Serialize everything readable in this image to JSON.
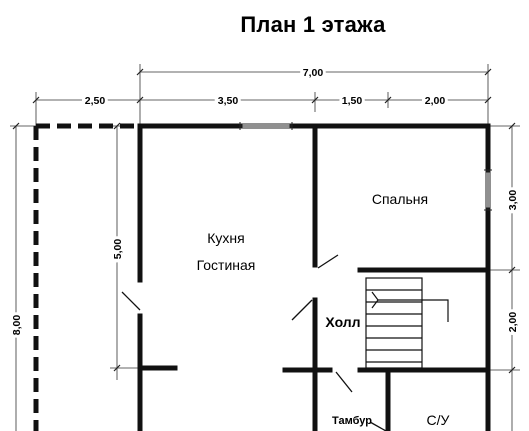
{
  "title": "План 1 этажа",
  "dimensions": {
    "overall_width": "7,00",
    "left_extension": "2,50",
    "seg_a": "3,50",
    "seg_b": "1,50",
    "seg_c": "2,00",
    "overall_height": "8,00",
    "living_height": "5,00",
    "bedroom_height": "3,00",
    "hall_height": "2,00"
  },
  "rooms": {
    "kitchen_line1": "Кухня",
    "kitchen_line2": "Гостиная",
    "bedroom": "Спальня",
    "hall": "Холл",
    "vestibule": "Тамбур",
    "bathroom": "С/У"
  }
}
